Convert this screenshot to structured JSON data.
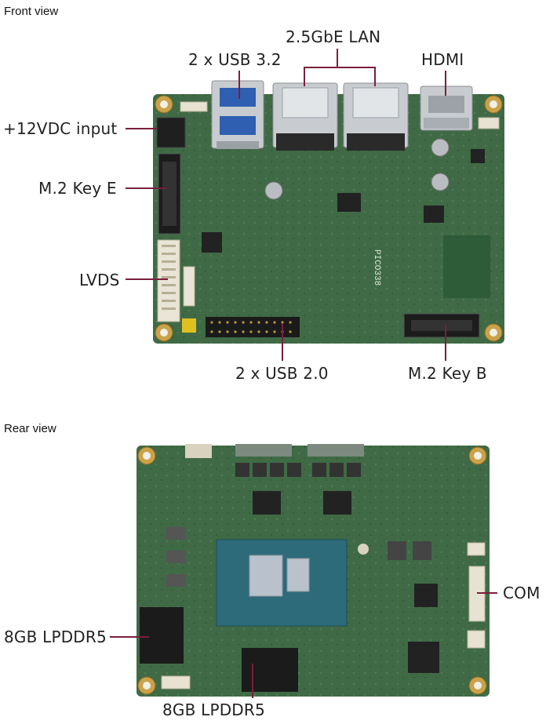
{
  "front": {
    "heading": "Front view",
    "labels": {
      "usb32": "2 x USB 3.2",
      "lan": "2.5GbE LAN",
      "hdmi": "HDMI",
      "dc": "+12VDC input",
      "m2e": "M.2 Key E",
      "lvds": "LVDS",
      "usb20": "2 x USB 2.0",
      "m2b": "M.2 Key B"
    },
    "board_marking": "PICO338"
  },
  "rear": {
    "heading": "Rear view",
    "labels": {
      "com": "COM",
      "ram1": "8GB LPDDR5",
      "ram2": "8GB LPDDR5"
    }
  },
  "colors": {
    "pcb": "#3f6a45",
    "pcb_dark": "#2e5236",
    "leader": "#7a1f3d",
    "gold": "#c9a24a",
    "metal": "#c8ccd0"
  }
}
